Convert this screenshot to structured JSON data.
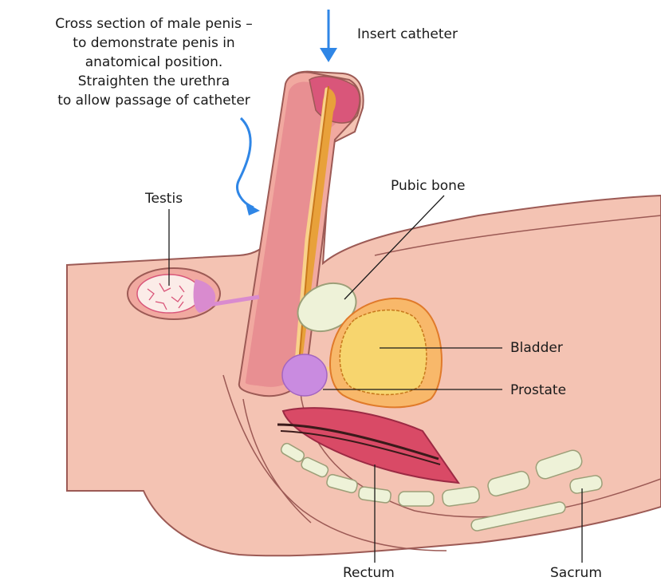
{
  "note": {
    "lines": [
      "Cross section of male penis –",
      "to demonstrate penis in",
      "anatomical position.",
      "Straighten the urethra",
      "to allow passage of catheter"
    ]
  },
  "labels": {
    "insert_catheter": "Insert catheter",
    "testis": "Testis",
    "pubic_bone": "Pubic bone",
    "bladder": "Bladder",
    "prostate": "Prostate",
    "rectum": "Rectum",
    "sacrum": "Sacrum"
  },
  "colors": {
    "arrow": "#2f86e6",
    "skin": "#f2b9a8",
    "tissue_dark": "#e07a86",
    "urethra": "#e8a13a",
    "bladder": "#f7d56e",
    "prostate": "#c98be0",
    "rectum": "#d94a66",
    "bone": "#eef2d8"
  }
}
